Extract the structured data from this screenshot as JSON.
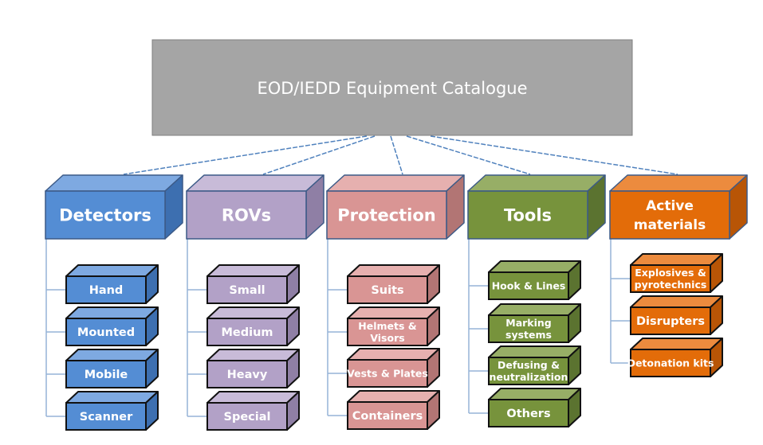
{
  "title": "EOD/IEDD Equipment Catalogue",
  "root": {
    "label": "EOD/IEDD Equipment Catalogue",
    "color": "#a5a5a5"
  },
  "categories": [
    {
      "label": [
        "Detectors"
      ],
      "colors": {
        "front": "#548dd4",
        "top": "#7ea9e1",
        "side": "#3d6fb0"
      },
      "children": [
        {
          "label": [
            "Hand"
          ]
        },
        {
          "label": [
            "Mounted"
          ]
        },
        {
          "label": [
            "Mobile"
          ]
        },
        {
          "label": [
            "Scanner"
          ]
        }
      ]
    },
    {
      "label": [
        "ROVs"
      ],
      "colors": {
        "front": "#b2a1c7",
        "top": "#c8bbd8",
        "side": "#8f7fa5"
      },
      "children": [
        {
          "label": [
            "Small"
          ]
        },
        {
          "label": [
            "Medium"
          ]
        },
        {
          "label": [
            "Heavy"
          ]
        },
        {
          "label": [
            "Special"
          ]
        }
      ]
    },
    {
      "label": [
        "Protection"
      ],
      "colors": {
        "front": "#d99594",
        "top": "#e6b0af",
        "side": "#b27574"
      },
      "children": [
        {
          "label": [
            "Suits"
          ]
        },
        {
          "label": [
            "Helmets &",
            "Visors"
          ]
        },
        {
          "label": [
            "Vests & Plates"
          ]
        },
        {
          "label": [
            "Containers"
          ]
        }
      ]
    },
    {
      "label": [
        "Tools"
      ],
      "colors": {
        "front": "#77933c",
        "top": "#97ae66",
        "side": "#5b7330"
      },
      "children": [
        {
          "label": [
            "Hook & Lines"
          ]
        },
        {
          "label": [
            "Marking",
            "systems"
          ]
        },
        {
          "label": [
            "Defusing &",
            "neutralization"
          ]
        },
        {
          "label": [
            "Others"
          ]
        }
      ]
    },
    {
      "label": [
        "Active",
        "materials"
      ],
      "colors": {
        "front": "#e36c09",
        "top": "#ec8b3e",
        "side": "#b85506"
      },
      "children": [
        {
          "label": [
            "Explosives &",
            "pyrotechnics"
          ]
        },
        {
          "label": [
            "Disrupters"
          ]
        },
        {
          "label": [
            "Detonation kits"
          ]
        }
      ]
    }
  ],
  "connector_color": "#4f81bd",
  "tree_line_color": "#95b3d7"
}
